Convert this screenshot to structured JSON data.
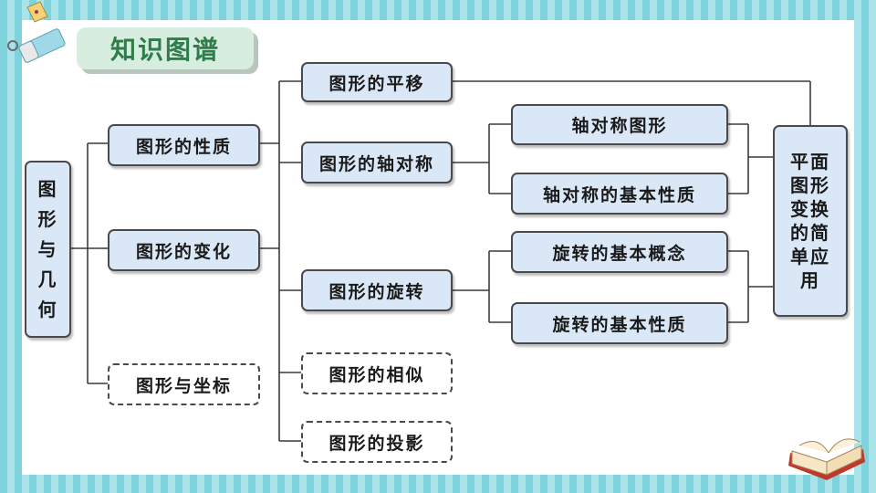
{
  "title": "知识图谱",
  "root": "图形与几何",
  "level1": {
    "properties": "图形的性质",
    "transformation": "图形的变化",
    "coordinates": "图形与坐标"
  },
  "level2": {
    "translation": "图形的平移",
    "axial_symmetry": "图形的轴对称",
    "rotation": "图形的旋转",
    "similarity": "图形的相似",
    "projection": "图形的投影"
  },
  "level3": {
    "axisymmetric_figure": "轴对称图形",
    "symmetry_properties": "轴对称的基本性质",
    "rotation_concept": "旋转的基本概念",
    "rotation_properties": "旋转的基本性质"
  },
  "application": "平面图形变换的简单应用",
  "colors": {
    "node_fill": "#dae7f6",
    "title_text": "#2f7d4a",
    "title_bg": "#d7ede0"
  }
}
